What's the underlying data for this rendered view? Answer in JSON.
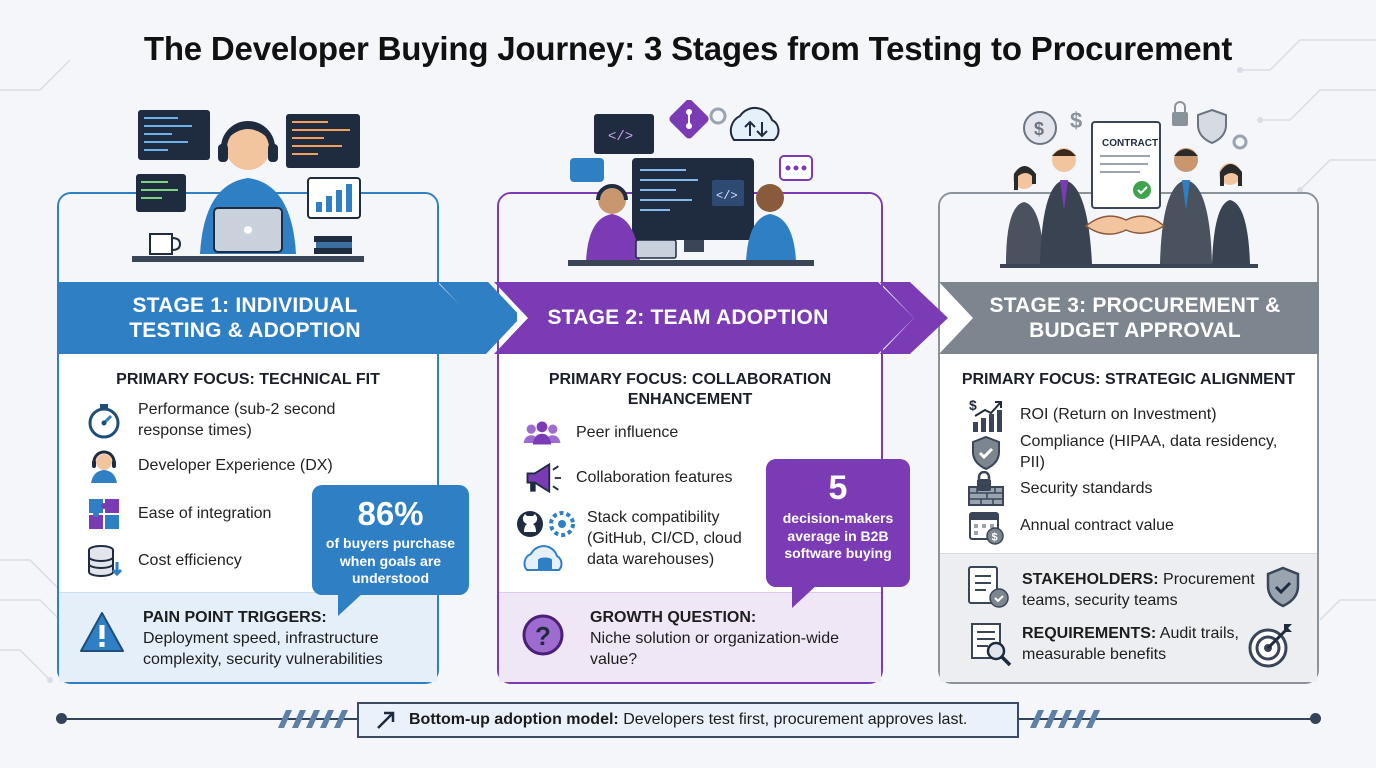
{
  "title": "The Developer Buying Journey: 3 Stages from Testing to Procurement",
  "colors": {
    "stage1": "#2f7fc4",
    "stage2": "#7b3bb5",
    "stage3": "#7d868f",
    "dark": "#33445a"
  },
  "stage1": {
    "banner": "STAGE 1: INDIVIDUAL TESTING & ADOPTION",
    "focus": "PRIMARY FOCUS: TECHNICAL FIT",
    "items": [
      {
        "icon": "stopwatch-icon",
        "text": "Performance (sub-2 second response times)"
      },
      {
        "icon": "developer-headset-icon",
        "text": "Developer Experience (DX)"
      },
      {
        "icon": "puzzle-icon",
        "text": "Ease of integration"
      },
      {
        "icon": "database-down-icon",
        "text": "Cost efficiency"
      }
    ],
    "pain_title": "PAIN POINT TRIGGERS:",
    "pain_text": "Deployment speed, infrastructure complexity, security vulnerabilities",
    "stat_value": "86%",
    "stat_label": "of buyers purchase when goals are understood"
  },
  "stage2": {
    "banner": "STAGE 2: TEAM ADOPTION",
    "focus": "PRIMARY FOCUS: COLLABORATION ENHANCEMENT",
    "items": [
      {
        "icon": "people-icon",
        "text": "Peer influence"
      },
      {
        "icon": "megaphone-icon",
        "text": "Collaboration features"
      },
      {
        "icon": "github-gear-cloud-icon",
        "text": "Stack compatibility (GitHub, CI/CD, cloud data warehouses)"
      }
    ],
    "question_title": "GROWTH QUESTION:",
    "question_text": "Niche solution or organization-wide value?",
    "stat_value": "5",
    "stat_label": "decision-makers average in B2B software buying"
  },
  "stage3": {
    "banner": "STAGE 3: PROCUREMENT & BUDGET APPROVAL",
    "focus": "PRIMARY FOCUS: STRATEGIC ALIGNMENT",
    "items": [
      {
        "icon": "roi-chart-icon",
        "text": "ROI (Return on Investment)"
      },
      {
        "icon": "shield-check-icon",
        "text": "Compliance (HIPAA, data residency, PII)"
      },
      {
        "icon": "lock-wall-icon",
        "text": "Security standards"
      },
      {
        "icon": "calendar-dollar-icon",
        "text": "Annual contract value"
      }
    ],
    "stakeholders_title": "STAKEHOLDERS:",
    "stakeholders_text": "Procurement teams, security teams",
    "requirements_title": "REQUIREMENTS:",
    "requirements_text": "Audit trails, measurable benefits",
    "contract_label": "CONTRACT"
  },
  "footer": {
    "bold": "Bottom-up adoption model:",
    "text": "Developers test first, procurement approves last."
  }
}
